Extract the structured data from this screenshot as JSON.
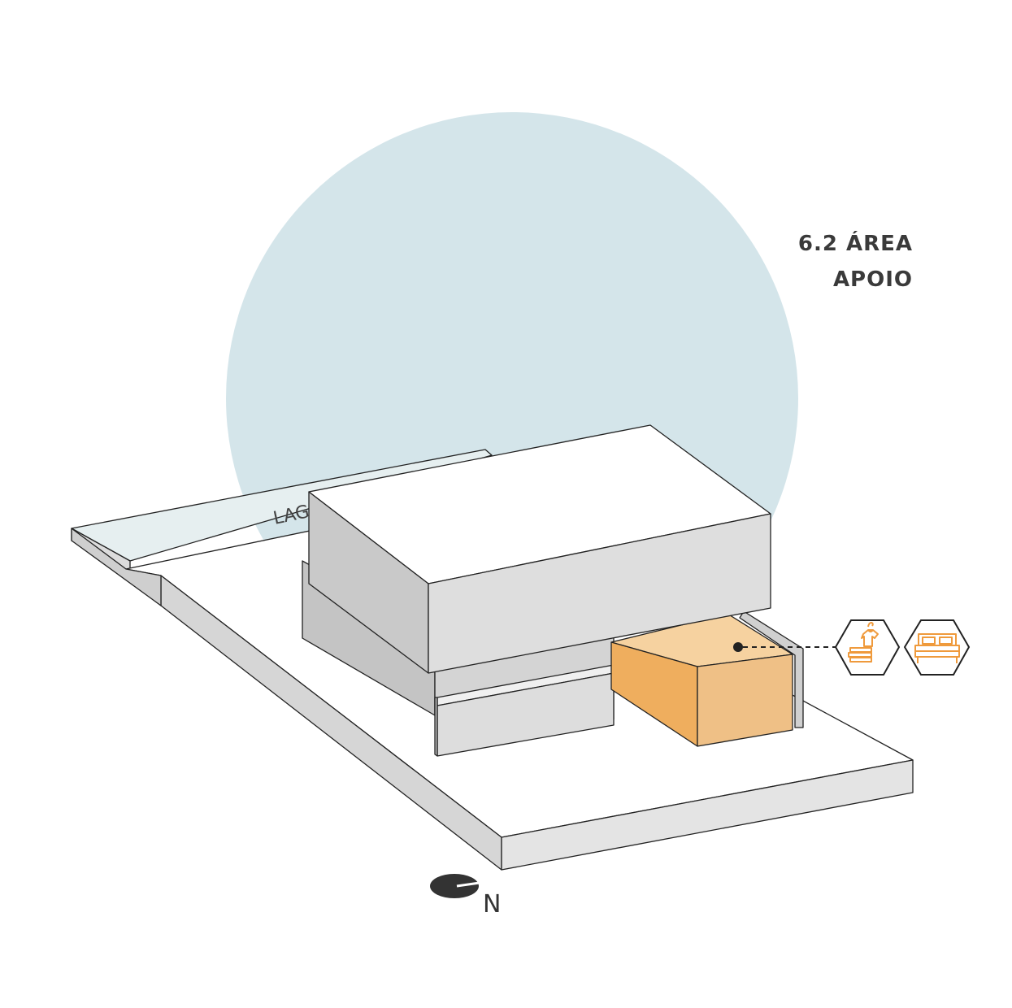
{
  "title": {
    "line1": "6.2 ÁREA",
    "line2": "APOIO"
  },
  "street": {
    "label": "LAG"
  },
  "compass": {
    "label": "N"
  },
  "icons": [
    {
      "name": "clothes-icon",
      "meaning": "laundry"
    },
    {
      "name": "bed-icon",
      "meaning": "bedroom"
    }
  ],
  "colors": {
    "sky_circle": "#d4e5ea",
    "support_area": "#f0ae5e",
    "icon_accent": "#ef9a3c",
    "volume_top": "#ffffff",
    "volume_front": "#dddddd",
    "volume_side": "#c8c8c8"
  }
}
